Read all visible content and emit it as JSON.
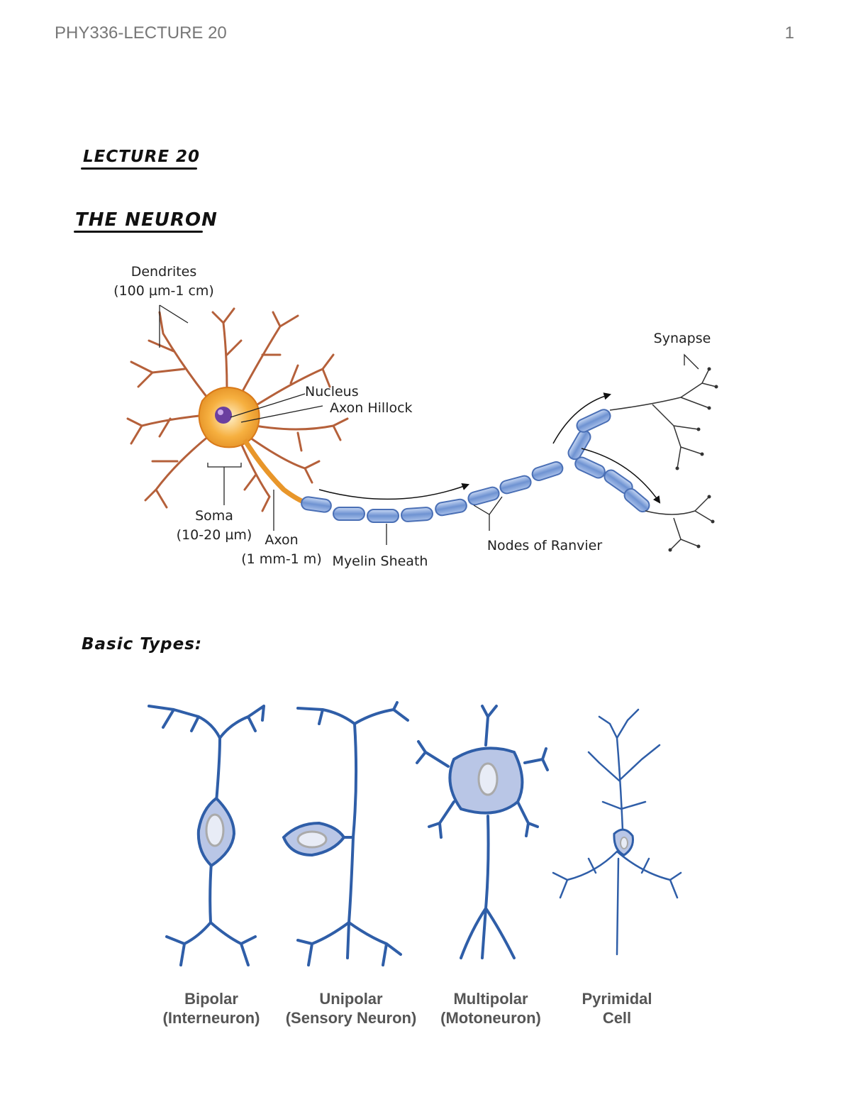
{
  "header": {
    "title": "PHY336-LECTURE 20",
    "page_number": "1"
  },
  "notes": {
    "lecture_heading": "LECTURE 20",
    "section_heading": "THE NEURON",
    "types_heading": "Basic Types:"
  },
  "neuron_diagram": {
    "dendrites": "Dendrites",
    "dendrites_size": "(100 µm-1 cm)",
    "nucleus": "Nucleus",
    "axon_hillock": "Axon Hillock",
    "synapse": "Synapse",
    "soma": "Soma",
    "soma_size": "(10-20 µm)",
    "axon": "Axon",
    "axon_size": "(1 mm-1 m)",
    "myelin_sheath": "Myelin Sheath",
    "nodes_of_ranvier": "Nodes of Ranvier"
  },
  "neuron_types": [
    {
      "name": "Bipolar",
      "sub": "(Interneuron)"
    },
    {
      "name": "Unipolar",
      "sub": "(Sensory Neuron)"
    },
    {
      "name": "Multipolar",
      "sub": "(Motoneuron)"
    },
    {
      "name": "Pyrimidal",
      "sub": "Cell"
    }
  ],
  "colors": {
    "soma_orange": "#f6a623",
    "dendrite_brown": "#b5603a",
    "myelin_blue": "#7d9fd8",
    "nucleus_purple": "#6b3fa0",
    "type_blue": "#2f5ea8",
    "type_fill": "#b9c6e6"
  }
}
